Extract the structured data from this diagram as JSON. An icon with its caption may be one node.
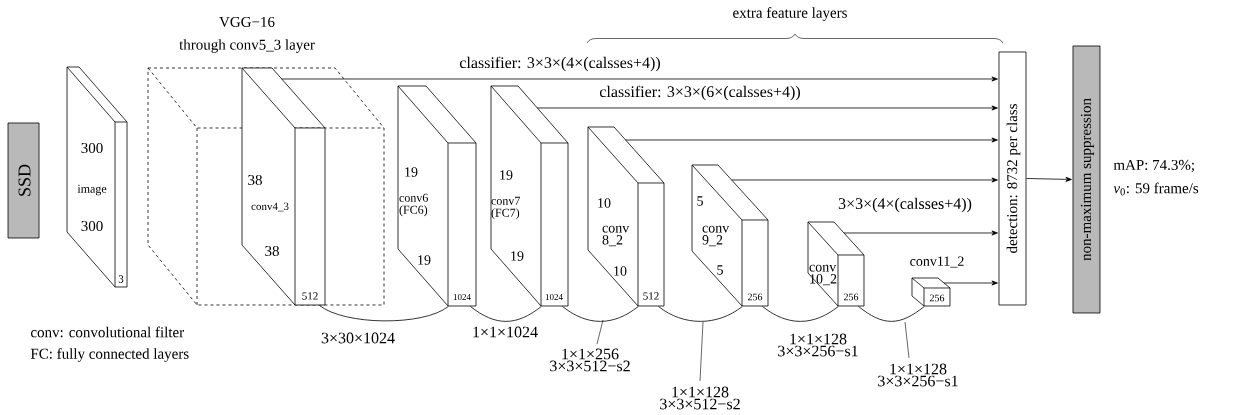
{
  "diagram": {
    "nodes": [
      {
        "text": [
          "SSD"
        ]
      },
      {
        "text": [
          "300",
          "image",
          "300",
          "3"
        ]
      },
      {
        "text": [
          "VGG−16",
          "through conv5_3 layer"
        ]
      },
      {
        "text": [
          "38",
          "conv4_3",
          "38",
          "512"
        ],
        "in": 2
      },
      {
        "text": [
          "19",
          "conv6 (FC6)",
          "19",
          "1024"
        ]
      },
      {
        "text": [
          "19",
          "conv7 (FC7)",
          "19",
          "1024"
        ]
      },
      {
        "text": [
          "10",
          "conv 8_2",
          "10",
          "512"
        ]
      },
      {
        "text": [
          "5",
          "conv 9_2",
          "5",
          "256"
        ]
      },
      {
        "text": [
          "conv 10_2",
          "256"
        ]
      },
      {
        "text": [
          "conv11_2",
          "256"
        ]
      },
      {
        "text": [
          "detection: 8732 per class"
        ]
      },
      {
        "text": [
          "non-maximum suppression"
        ]
      }
    ],
    "edges": [
      {
        "from": 3,
        "to": 10,
        "arrow": "to",
        "label": "classifier: 3×3×(4×(calsses+4))"
      },
      {
        "from": 5,
        "to": 10,
        "arrow": "to",
        "label": "classifier: 3×3×(6×(calsses+4))"
      },
      {
        "from": 6,
        "to": 10,
        "arrow": "to"
      },
      {
        "from": 7,
        "to": 10,
        "arrow": "to"
      },
      {
        "from": 8,
        "to": 10,
        "arrow": "to",
        "label": "3×3×(4×(calsses+4))"
      },
      {
        "from": 9,
        "to": 10,
        "arrow": "to"
      },
      {
        "from": 10,
        "to": 11,
        "arrow": "to"
      },
      {
        "from": 3,
        "to": 4,
        "arrow": "none",
        "label": "3×30×1024"
      },
      {
        "from": 4,
        "to": 5,
        "arrow": "none",
        "label": "1×1×1024"
      },
      {
        "from": 5,
        "to": 6,
        "arrow": "none",
        "label": "1×1×256 3×3×512−s2"
      },
      {
        "from": 6,
        "to": 7,
        "arrow": "none",
        "label": "1×1×128 3×3×512−s2"
      },
      {
        "from": 7,
        "to": 8,
        "arrow": "none",
        "label": "1×1×128 3×3×256−s1"
      },
      {
        "from": 8,
        "to": 9,
        "arrow": "none",
        "label": "1×1×128 3×3×256−s1"
      }
    ],
    "labels": [
      "extra feature layers",
      "conv: convolutional filter",
      "FC: fully connected layers",
      "mAP: 74.3%;",
      "*v*$_{0}$: 59 frame/s"
    ]
  }
}
